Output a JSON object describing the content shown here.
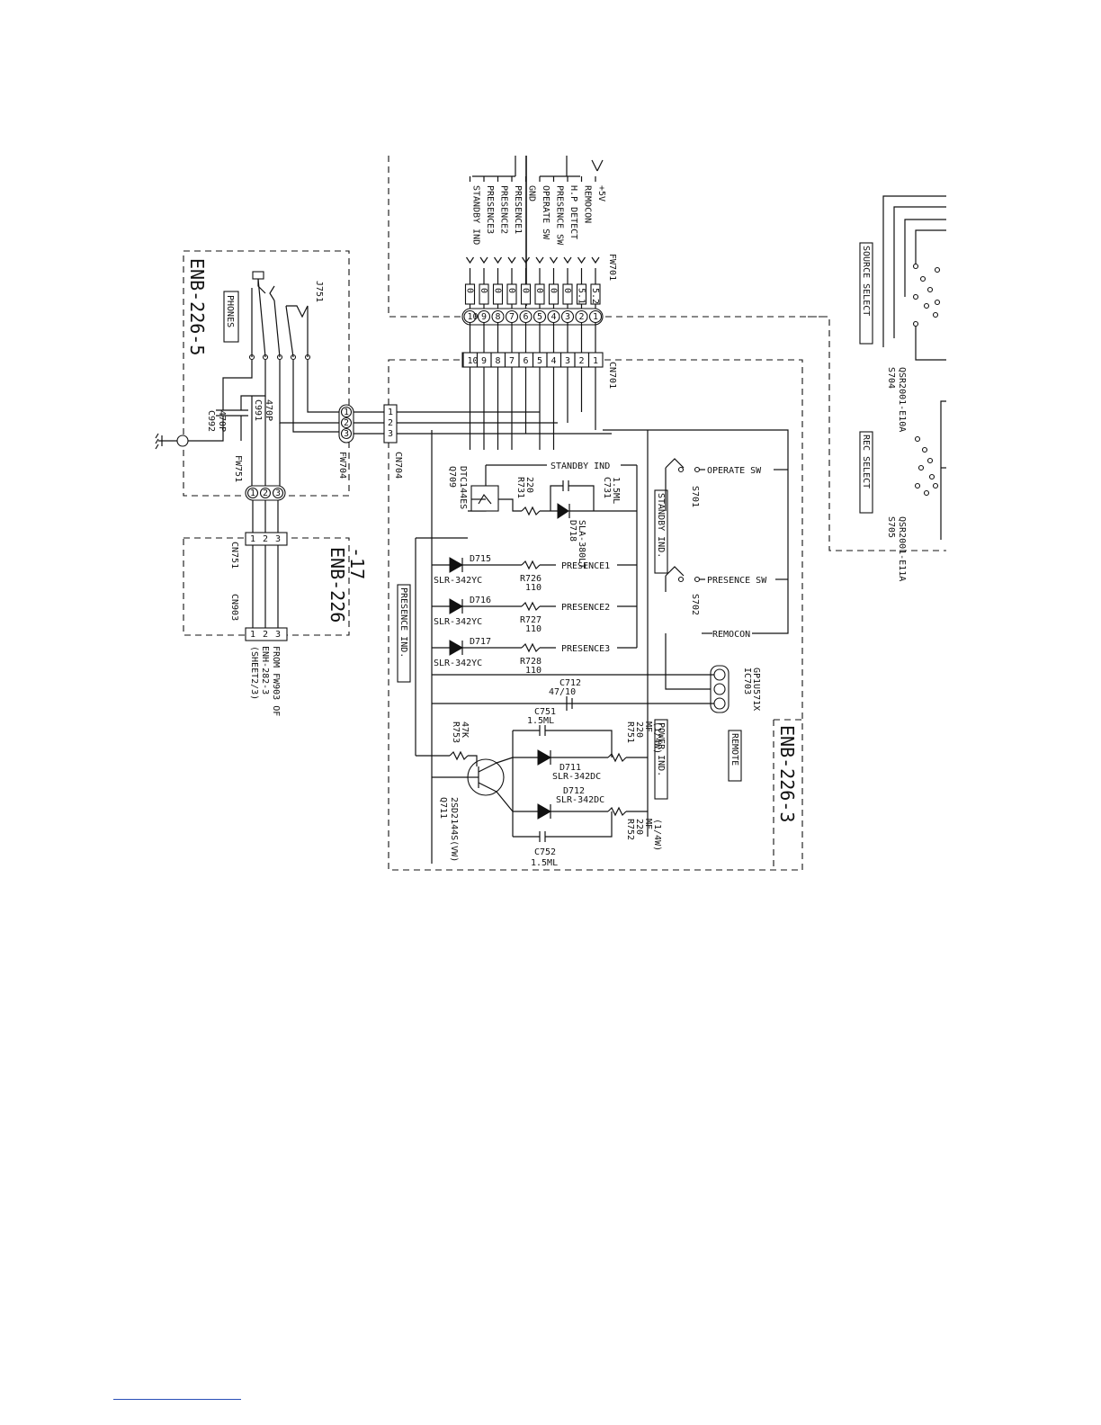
{
  "boards": {
    "b5": "ENB-226-5",
    "b17": "ENB-226\n-17",
    "b3": "ENB-226-3"
  },
  "boxes": {
    "phones": "PHONES",
    "source_select": "SOURCE SELECT",
    "rec_select": "REC SELECT",
    "standby_ind": "STANDBY IND.",
    "presence_ind": "PRESENCE IND.",
    "power_ind": "POWER IND.",
    "remote": "REMOTE"
  },
  "signals": [
    "+5V",
    "REMOCON",
    "H.P DETECT",
    "PRESENCE SW",
    "OPERATE SW",
    "GND",
    "PRESENCE1",
    "PRESENCE2",
    "PRESENCE3",
    "STANDBY IND"
  ],
  "fw701": {
    "label": "FW701",
    "pins": [
      "1",
      "2",
      "3",
      "4",
      "5",
      "6",
      "7",
      "8",
      "9",
      "10"
    ],
    "wire_tags": [
      "5.2",
      "5.1",
      "0",
      "0",
      "0",
      "0",
      "0",
      "0",
      "0",
      "0"
    ]
  },
  "cn701": {
    "label": "CN701",
    "pins": [
      "1",
      "2",
      "3",
      "4",
      "5",
      "6",
      "7",
      "8",
      "9",
      "10"
    ]
  },
  "fw704": {
    "label": "FW704",
    "pins": [
      "1",
      "2",
      "3"
    ]
  },
  "cn704": {
    "label": "CN704",
    "pins": [
      "1",
      "2",
      "3"
    ]
  },
  "fw751": {
    "label": "FW751",
    "pins": [
      "1",
      "2",
      "3"
    ]
  },
  "cn751": {
    "label": "CN751",
    "pins": [
      "1",
      "2",
      "3"
    ]
  },
  "cn903": {
    "label": "CN903",
    "pins": [
      "1",
      "2",
      "3"
    ]
  },
  "from_note": [
    "FROM FW903 OF",
    "ENH-282-3",
    "(SHEET2/3)"
  ],
  "parts": {
    "j751": "J751",
    "c991": [
      "C991",
      "470P"
    ],
    "c992": [
      "C992",
      "470P"
    ],
    "q709": [
      "Q709",
      "DTC144ES"
    ],
    "r731": [
      "R731",
      "220"
    ],
    "c731": [
      "C731",
      "1.5ML"
    ],
    "d718": [
      "D718",
      "SLA-380LT"
    ],
    "d715": [
      "D715",
      "SLR-342YC"
    ],
    "d716": [
      "D716",
      "SLR-342YC"
    ],
    "d717": [
      "D717",
      "SLR-342YC"
    ],
    "r726": [
      "R726",
      "110"
    ],
    "r727": [
      "R727",
      "110"
    ],
    "r728": [
      "R728",
      "110"
    ],
    "c712": [
      "C712",
      "47/10"
    ],
    "c751": [
      "C751",
      "1.5ML"
    ],
    "r753": [
      "R753",
      "47K"
    ],
    "r751": [
      "R751",
      "220",
      "MF",
      "(1/4W)"
    ],
    "r752": [
      "R752",
      "220",
      "MF",
      "(1/4W)"
    ],
    "d711": [
      "D711",
      "SLR-342DC"
    ],
    "d712": [
      "D712",
      "SLR-342DC"
    ],
    "c752": [
      "C752",
      "1.5ML"
    ],
    "q711": [
      "Q711",
      "2SD2144S(VW)"
    ],
    "ic703": [
      "IC703",
      "GP1U571X"
    ],
    "s701": "S701",
    "s702": "S702",
    "s704": [
      "S704",
      "QSR2001-E10A"
    ],
    "s705": [
      "S705",
      "QSR2001-E11A"
    ]
  },
  "nets": {
    "standby_ind": "STANDBY IND",
    "operate_sw": "OPERATE SW",
    "presence1": "PRESENCE1",
    "presence2": "PRESENCE2",
    "presence3": "PRESENCE3",
    "presence_sw": "PRESENCE SW",
    "remocon": "REMOCON"
  }
}
